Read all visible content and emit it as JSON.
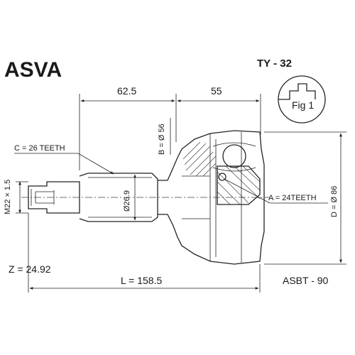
{
  "brand": "ASVA",
  "part_number": "TY - 32",
  "fig_label": "Fig 1",
  "dimensions": {
    "length_a": "62.5",
    "length_b": "55",
    "bore_diameter": "B = Ø 56",
    "outer_teeth": "C = 26 TEETH",
    "thread": "M22 × 1.5",
    "shaft_diameter": "Ø26.9",
    "inner_teeth": "A = 24TEETH",
    "outer_diameter": "D = Ø 86",
    "z_value": "Z = 24.92",
    "total_length": "L = 158.5",
    "cross_ref": "ASBT - 90"
  },
  "colors": {
    "line": "#222222",
    "text": "#1a1a1a",
    "background": "#ffffff"
  }
}
